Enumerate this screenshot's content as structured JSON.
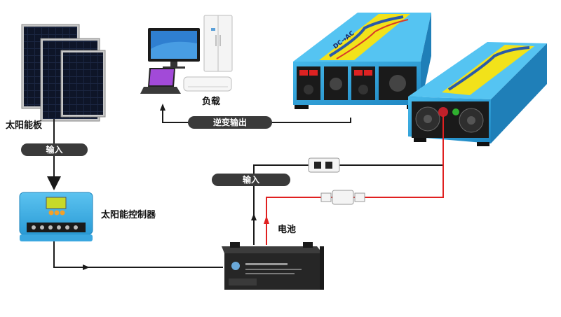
{
  "labels": {
    "solar_panel": "太阳能板",
    "load": "负载",
    "controller": "太阳能控制器",
    "battery": "电池",
    "input_left": "输入",
    "input_mid": "输入",
    "inverter_output": "逆变输出"
  },
  "inverter_front": {
    "banner": "DC→AC"
  },
  "colors": {
    "wire_dark": "#1a1a1a",
    "wire_red": "#e02020",
    "pill": "#3a3a3a",
    "inverter_body": "#2a9fd6",
    "inverter_band": "#f2e21a",
    "controller_body": "#3fb1e8",
    "battery_body": "#2b2b2b",
    "solar_cell": "#16213a"
  }
}
